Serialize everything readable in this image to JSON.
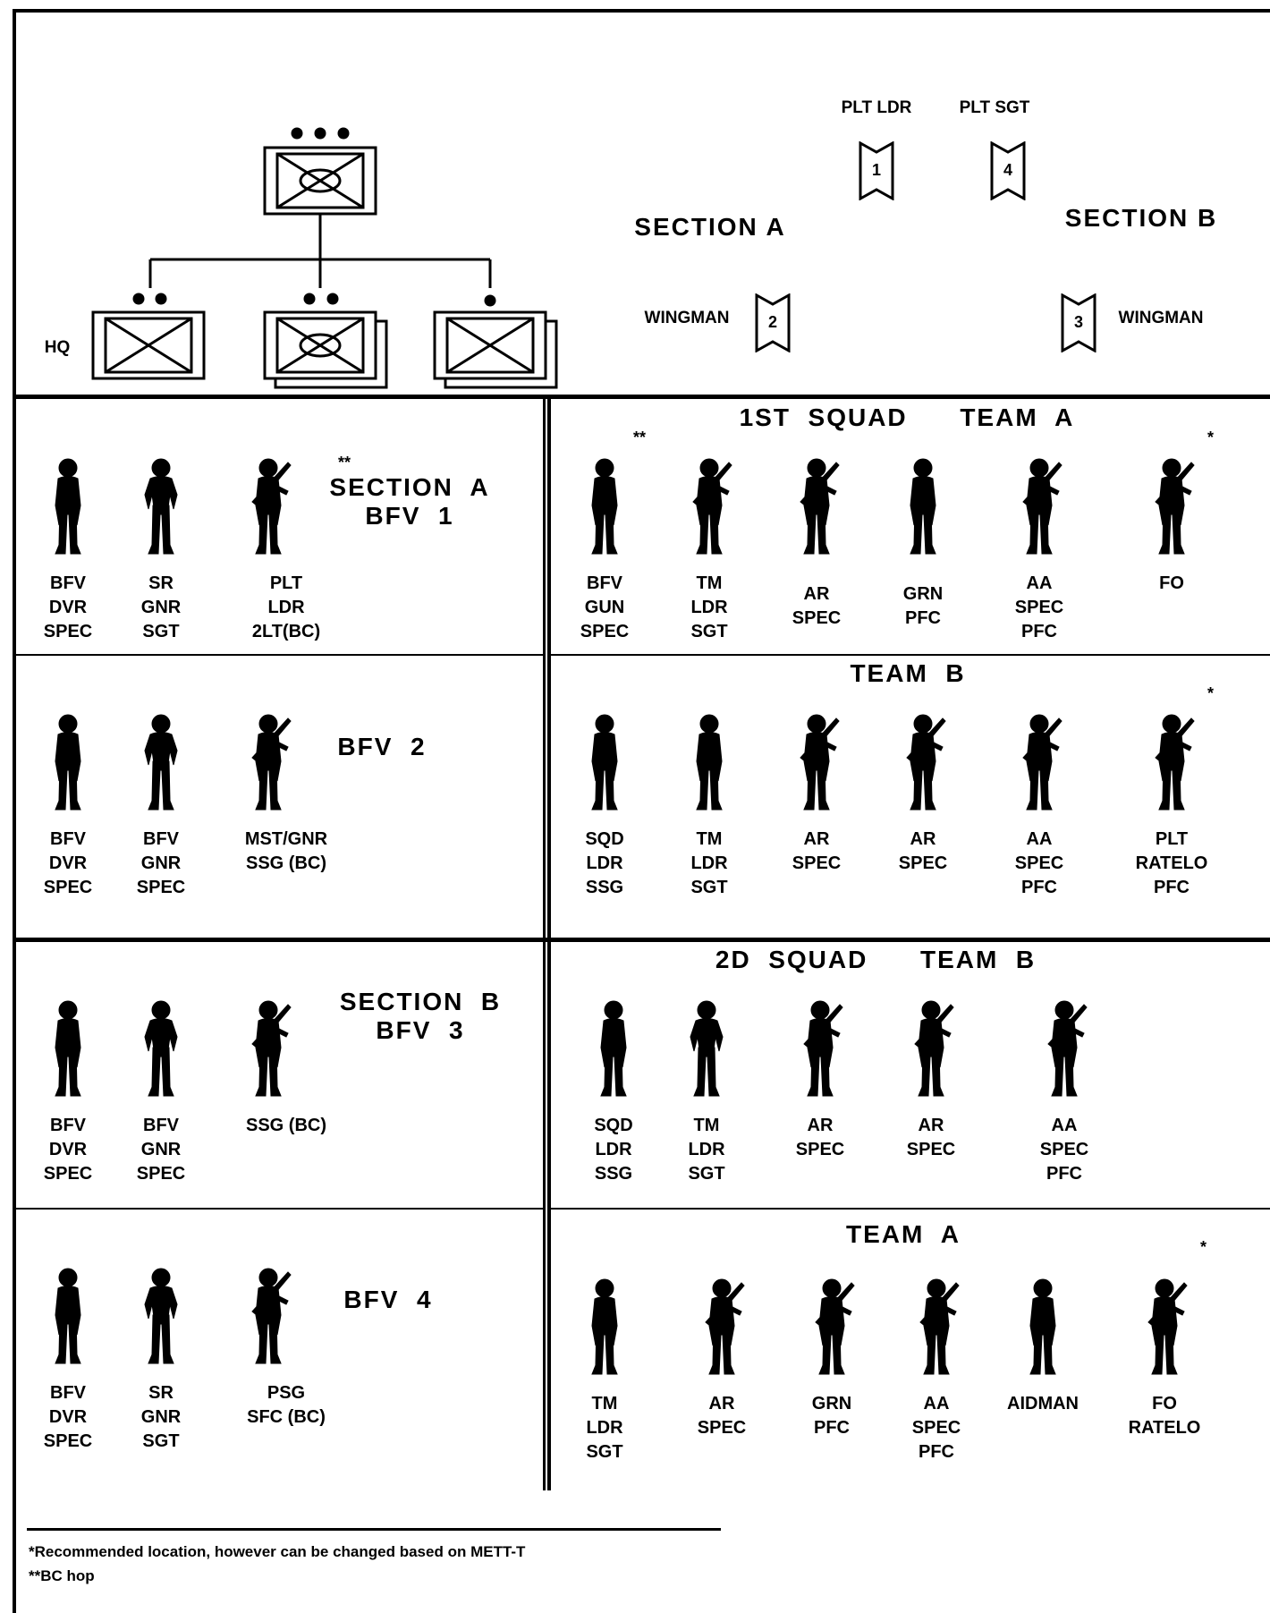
{
  "org": {
    "hq_label": "HQ"
  },
  "leaders": {
    "plt_ldr": "PLT LDR",
    "plt_sgt": "PLT SGT",
    "section_a": "SECTION  A",
    "section_b": "SECTION  B",
    "wingman_left": "WINGMAN",
    "wingman_right": "WINGMAN",
    "vehicle_numbers": [
      "1",
      "4",
      "2",
      "3"
    ]
  },
  "left_panels": [
    {
      "title": "SECTION  A\nBFV  1",
      "marker": "**",
      "soldiers": [
        {
          "label": "BFV\nDVR\nSPEC"
        },
        {
          "label": "SR\nGNR\nSGT"
        },
        {
          "label": "PLT\nLDR\n2LT(BC)"
        }
      ]
    },
    {
      "title": "BFV  2",
      "soldiers": [
        {
          "label": "BFV\nDVR\nSPEC"
        },
        {
          "label": "BFV\nGNR\nSPEC"
        },
        {
          "label": "MST/GNR\nSSG (BC)"
        }
      ]
    },
    {
      "title": "SECTION  B\nBFV  3",
      "soldiers": [
        {
          "label": "BFV\nDVR\nSPEC"
        },
        {
          "label": "BFV\nGNR\nSPEC"
        },
        {
          "label": "SSG (BC)"
        }
      ]
    },
    {
      "title": "BFV  4",
      "soldiers": [
        {
          "label": "BFV\nDVR\nSPEC"
        },
        {
          "label": "SR\nGNR\nSGT"
        },
        {
          "label": "PSG\nSFC (BC)"
        }
      ]
    }
  ],
  "right_panels": [
    {
      "title": "1ST  SQUAD      TEAM  A",
      "soldiers": [
        {
          "label": "BFV\nGUN\nSPEC",
          "marker": "**"
        },
        {
          "label": "TM\nLDR\nSGT"
        },
        {
          "label": "AR\nSPEC"
        },
        {
          "label": "GRN\nPFC"
        },
        {
          "label": "AA\nSPEC\nPFC"
        },
        {
          "label": "FO",
          "marker": "*"
        }
      ]
    },
    {
      "title": "TEAM  B",
      "soldiers": [
        {
          "label": "SQD\nLDR\nSSG"
        },
        {
          "label": "TM\nLDR\nSGT"
        },
        {
          "label": "AR\nSPEC"
        },
        {
          "label": "AR\nSPEC"
        },
        {
          "label": "AA\nSPEC\nPFC"
        },
        {
          "label": "PLT\nRATELO\nPFC",
          "marker": "*"
        }
      ]
    },
    {
      "title": "2D  SQUAD      TEAM  B",
      "soldiers": [
        {
          "label": "SQD\nLDR\nSSG"
        },
        {
          "label": "TM\nLDR\nSGT"
        },
        {
          "label": "AR\nSPEC"
        },
        {
          "label": "AR\nSPEC"
        },
        {
          "label": "AA\nSPEC\nPFC"
        }
      ]
    },
    {
      "title": "TEAM  A",
      "soldiers": [
        {
          "label": "TM\nLDR\nSGT"
        },
        {
          "label": "AR\nSPEC"
        },
        {
          "label": "GRN\nPFC"
        },
        {
          "label": "AA\nSPEC\nPFC"
        },
        {
          "label": "AIDMAN"
        },
        {
          "label": "FO\nRATELO",
          "marker": "*"
        }
      ]
    }
  ],
  "footnotes": [
    "*Recommended location, however can be changed based on METT-T",
    "**BC hop"
  ]
}
